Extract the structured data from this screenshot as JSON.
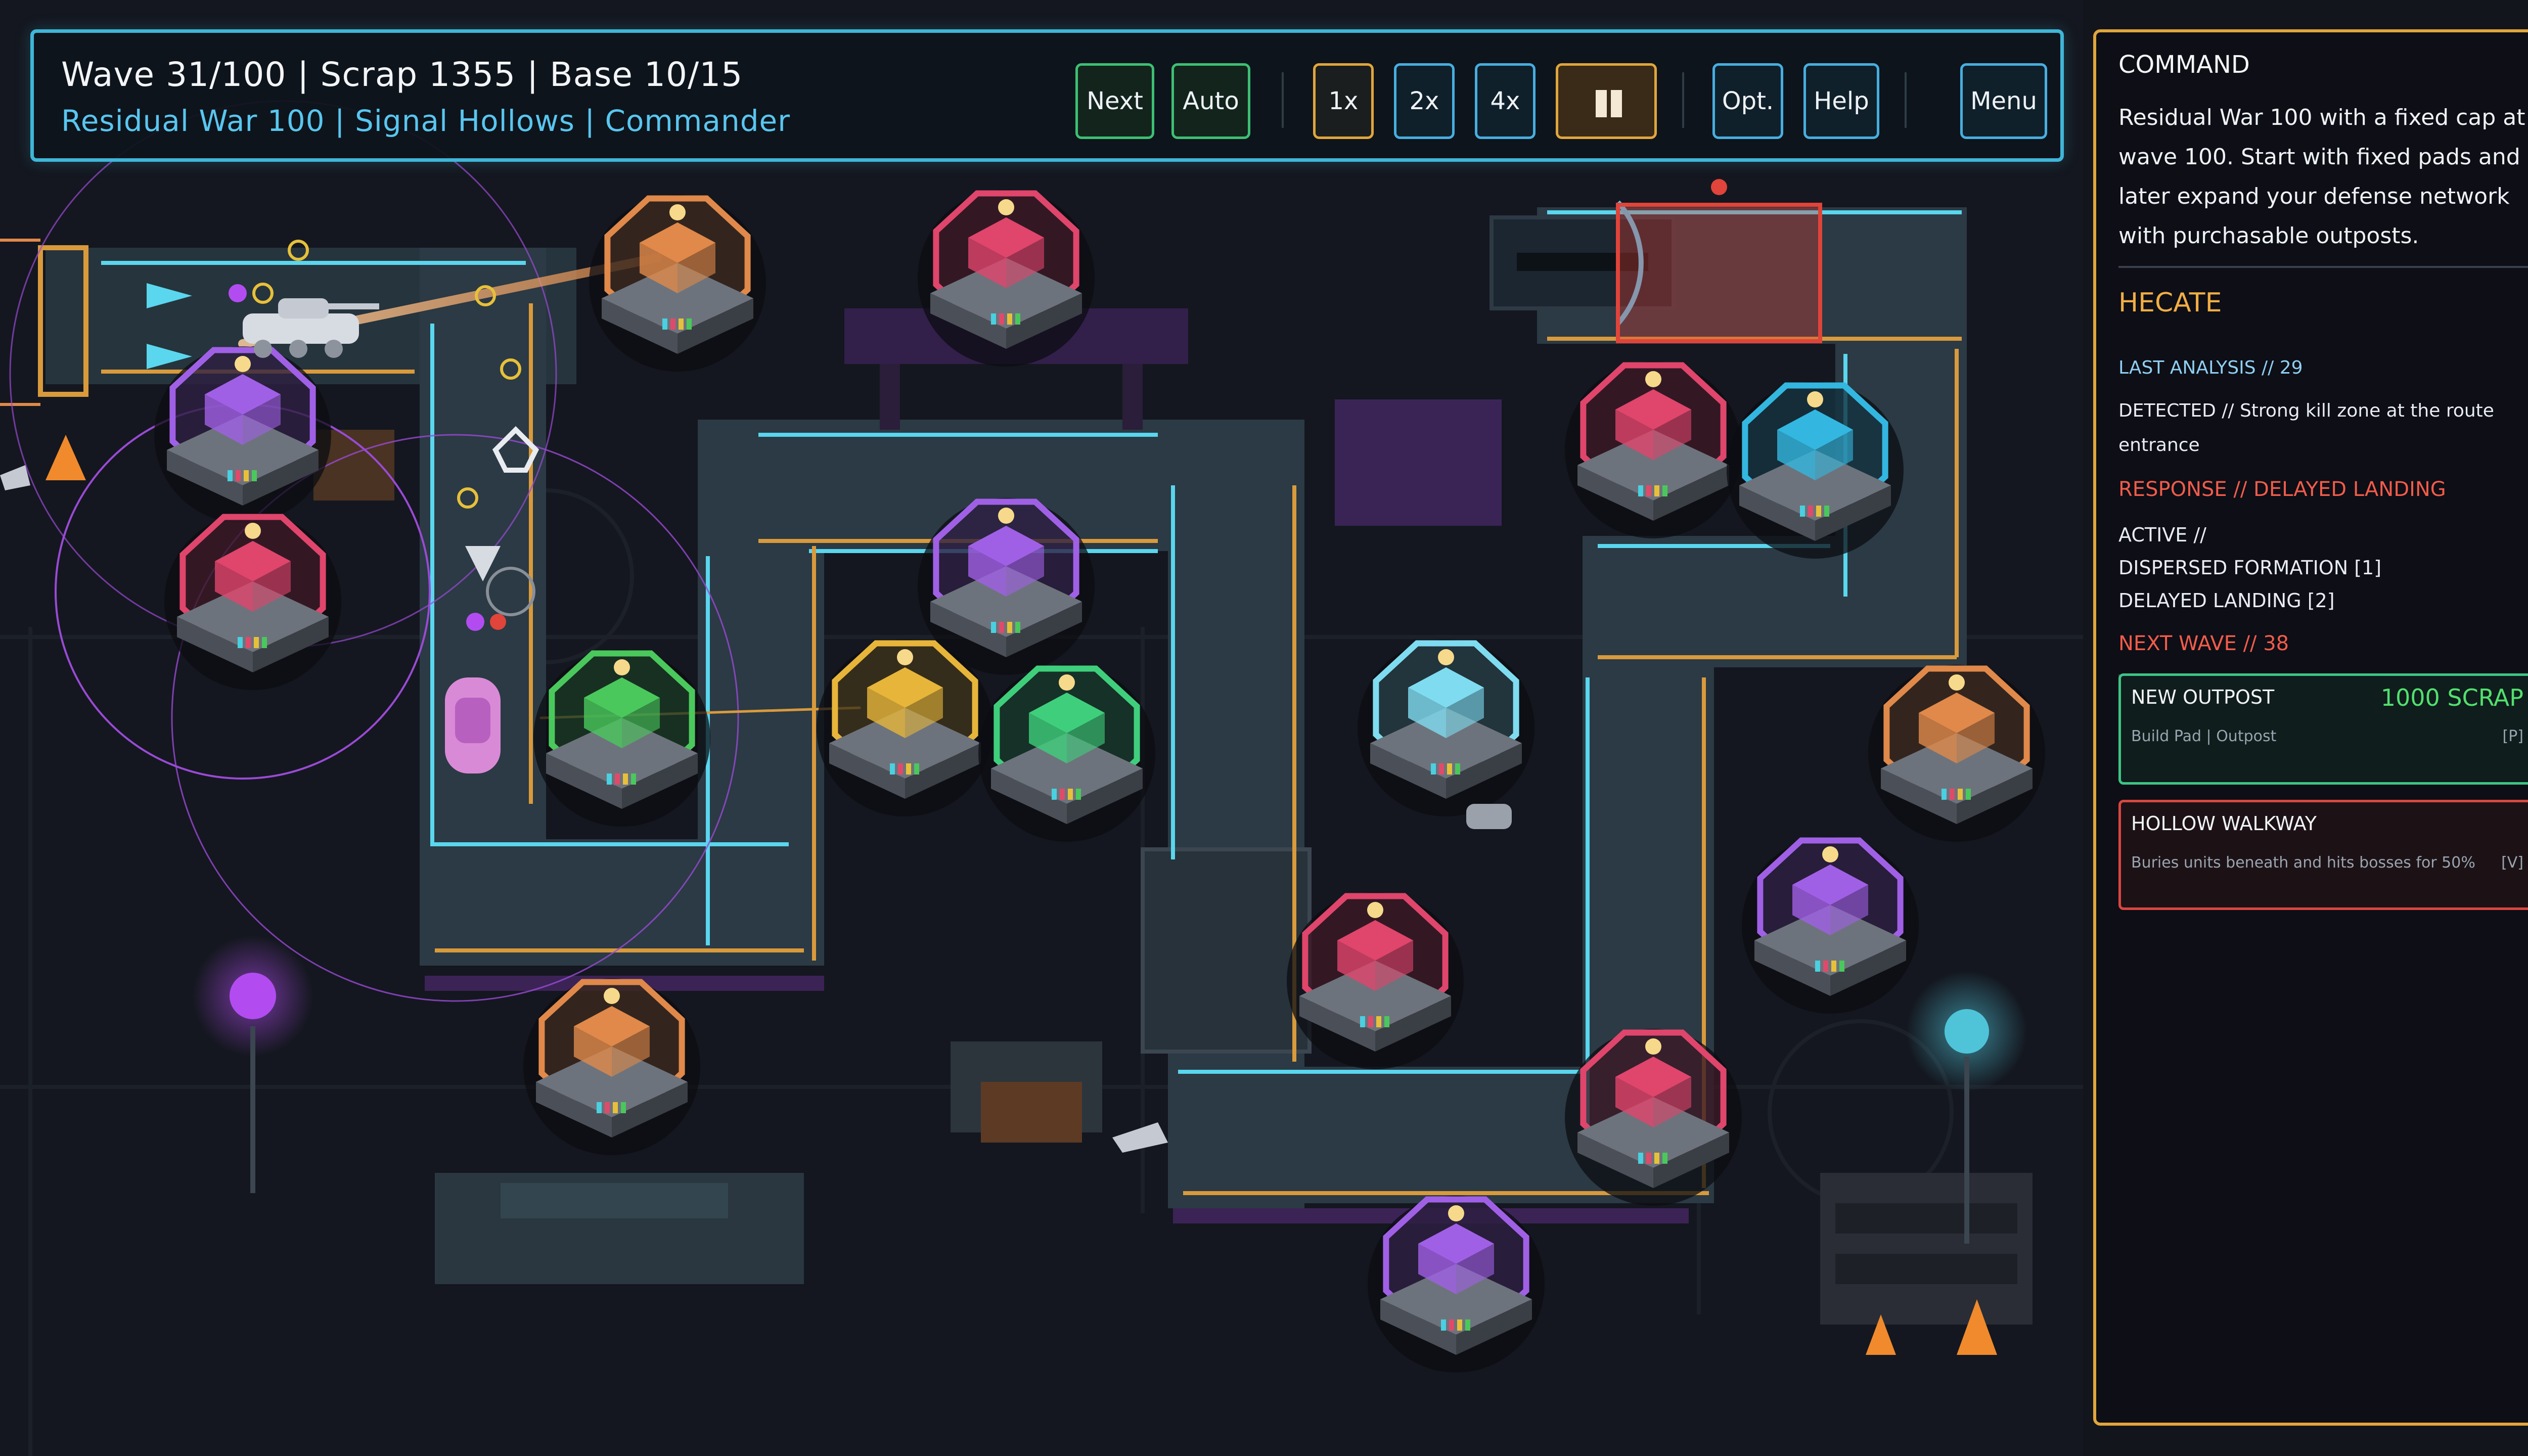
{
  "hud": {
    "title": "Wave 31/100 | Scrap 1355 | Base 10/15",
    "subtitle": "Residual War 100 | Signal Hollows | Commander",
    "buttons": {
      "next": "Next",
      "auto": "Auto",
      "speed_1x": "1x",
      "speed_2x": "2x",
      "speed_4x": "4x",
      "options": "Opt.",
      "help": "Help",
      "menu": "Menu"
    }
  },
  "panel": {
    "heading": "COMMAND",
    "description": "Residual War 100 with a fixed cap at wave 100. Start with fixed pads and later expand your defense network with purchasable outposts.",
    "commander_name": "HECATE",
    "last_analysis": "LAST ANALYSIS // 29",
    "detected": "DETECTED // Strong kill zone at the route entrance",
    "response": "RESPONSE // DELAYED LANDING",
    "active_label": "ACTIVE //",
    "active_1": "DISPERSED FORMATION [1]",
    "active_2": "DELAYED LANDING [2]",
    "next_wave": "NEXT WAVE // 38",
    "cards": [
      {
        "title": "NEW OUTPOST",
        "cost": "1000 SCRAP",
        "desc": "Build Pad | Outpost",
        "key": "[P]"
      },
      {
        "title": "HOLLOW WALKWAY",
        "desc": "Buries units beneath and hits bosses for 50%",
        "key": "[V]"
      }
    ]
  },
  "colors": {
    "hud_border": "#3fb6d8",
    "panel_border": "#e0a63c",
    "accent_blue": "#58c6f0",
    "accent_orange": "#f1ae44",
    "accent_red": "#f25c4a",
    "accent_green": "#52e06e",
    "path_steel": "#2b3a44",
    "lane_cyan": "#5ad6ee",
    "lane_amber": "#d99a3c"
  },
  "towers": [
    {
      "id": "t1",
      "color": "#e0894a"
    },
    {
      "id": "t2",
      "color": "#e0456c"
    },
    {
      "id": "t3",
      "color": "#a060e6"
    },
    {
      "id": "t4",
      "color": "#e0456c"
    },
    {
      "id": "t5",
      "color": "#a060e6"
    },
    {
      "id": "t6",
      "color": "#e7b53a"
    },
    {
      "id": "t7",
      "color": "#3fcf7c"
    },
    {
      "id": "t8",
      "color": "#4ac85c"
    },
    {
      "id": "t9",
      "color": "#7fdcf0"
    },
    {
      "id": "t10",
      "color": "#e0456c"
    },
    {
      "id": "t11",
      "color": "#33b7e0"
    },
    {
      "id": "t12",
      "color": "#e0456c"
    },
    {
      "id": "t13",
      "color": "#e0894a"
    },
    {
      "id": "t14",
      "color": "#a060e6"
    },
    {
      "id": "t15",
      "color": "#e0894a"
    },
    {
      "id": "t16",
      "color": "#e0456c"
    },
    {
      "id": "t17",
      "color": "#a060e6"
    }
  ]
}
